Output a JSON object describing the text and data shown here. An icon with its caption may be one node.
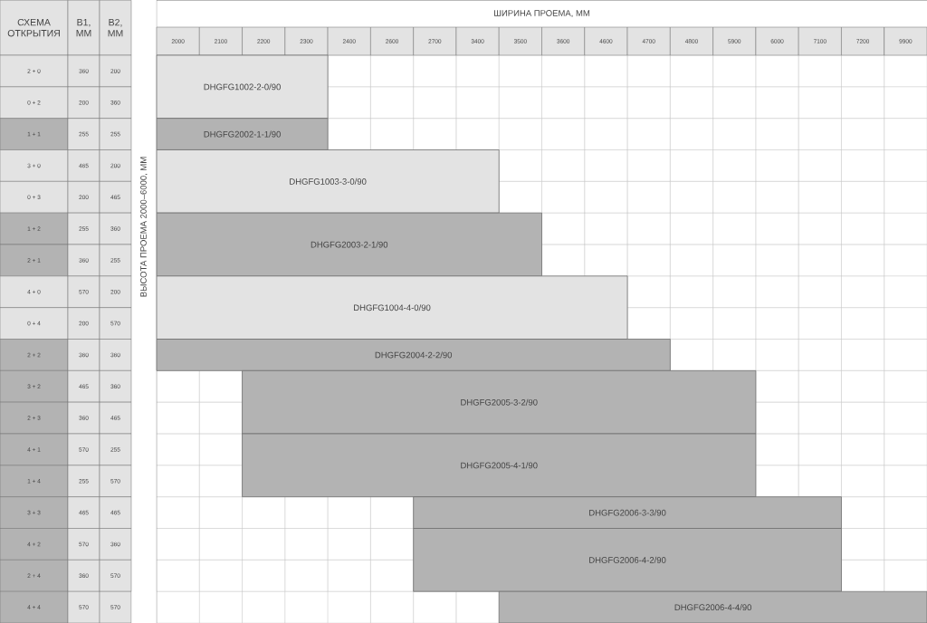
{
  "diagram": {
    "nodes": [
      {
        "text": [
          "DHGFG1002-2-0/90"
        ]
      },
      {
        "text": [
          "DHGFG2002-1-1/90"
        ]
      },
      {
        "text": [
          "DHGFG1003-3-0/90"
        ]
      },
      {
        "text": [
          "DHGFG2003-2-1/90"
        ]
      },
      {
        "text": [
          "DHGFG1004-4-0/90"
        ]
      },
      {
        "text": [
          "DHGFG2004-2-2/90"
        ]
      },
      {
        "text": [
          "DHGFG2005-3-2/90"
        ]
      },
      {
        "text": [
          "DHGFG2005-4-1/90"
        ]
      },
      {
        "text": [
          "DHGFG2006-3-3/90"
        ]
      },
      {
        "text": [
          "DHGFG2006-4-2/90"
        ]
      },
      {
        "text": [
          "DHGFG2006-4-4/90"
        ]
      }
    ],
    "labels": [
      "СХЕМА ОТКРЫТИЯ",
      "В1, ММ",
      "В2, ММ",
      "ШИРИНА ПРОЕМА, ММ",
      "2000",
      "2100",
      "2200",
      "2300",
      "2400",
      "2600",
      "2700",
      "3400",
      "3500",
      "3600",
      "4600",
      "4700",
      "4800",
      "5900",
      "6000",
      "7100",
      "7200",
      "9900",
      "ВЫСОТА ПРОЕМА 2000–6000, ММ",
      "2 + 0",
      "360",
      "200",
      "0 + 2",
      "200",
      "360",
      "1 + 1",
      "255",
      "255",
      "3 + 0",
      "465",
      "200",
      "0 + 3",
      "200",
      "465",
      "1 + 2",
      "255",
      "360",
      "2 + 1",
      "360",
      "255",
      "4 + 0",
      "570",
      "200",
      "0 + 4",
      "200",
      "570",
      "2 + 2",
      "360",
      "360",
      "3 + 2",
      "465",
      "360",
      "2 + 3",
      "360",
      "465",
      "4 + 1",
      "570",
      "255",
      "1 + 4",
      "255",
      "570",
      "3 + 3",
      "465",
      "465",
      "4 + 2",
      "570",
      "360",
      "2 + 4",
      "360",
      "570",
      "4 + 4",
      "570",
      "570"
    ]
  }
}
